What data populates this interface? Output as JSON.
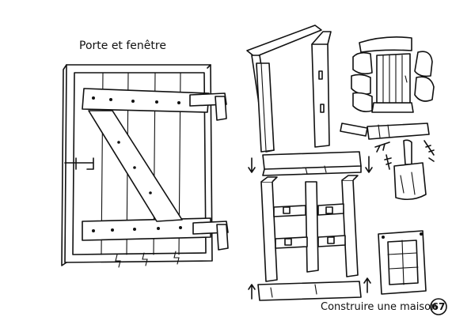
{
  "header": {
    "title": "Porte et fenêtre"
  },
  "footer": {
    "caption": "Construire une maison",
    "page_number": "67"
  },
  "icons": [
    "door-illustration",
    "window-frame-illustration",
    "stone-doorway-illustration",
    "chisel-icon",
    "wood-screws-icon",
    "mallet-icon",
    "plank-illustration",
    "frame-assembly-illustration",
    "window-pane-illustration"
  ]
}
